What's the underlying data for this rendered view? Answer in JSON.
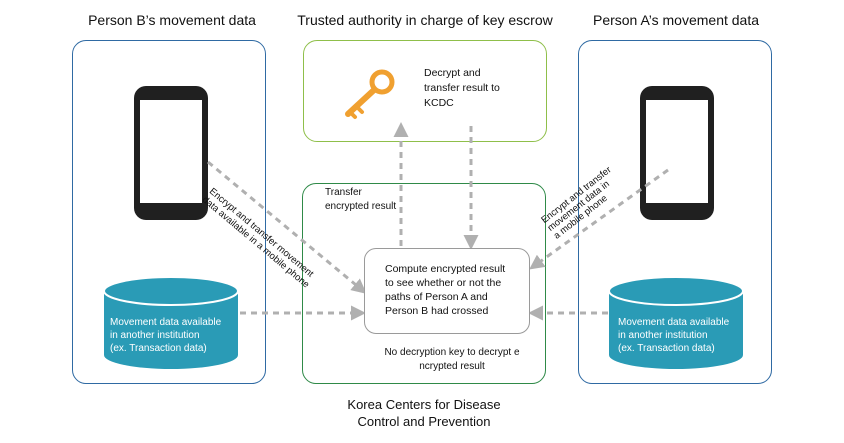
{
  "titles": {
    "person_b": "Person B’s movement data",
    "trusted_authority": "Trusted authority in charge of key escrow",
    "person_a": "Person A’s movement data"
  },
  "key_box": {
    "label_lines": [
      "Decrypt and",
      "transfer result to",
      "KCDC"
    ]
  },
  "kcdc_box": {
    "transfer_lines": [
      "Transfer",
      "encrypted result"
    ],
    "compute_lines": [
      "Compute encrypted result",
      "to see whether or not the",
      "paths of Person A and",
      "Person B had crossed"
    ],
    "no_key_lines": [
      "No decryption key to decrypt e",
      "ncrypted result"
    ],
    "caption_lines": [
      "Korea Centers for Disease",
      "Control and Prevention"
    ]
  },
  "left_panel": {
    "arrow_label_lines": [
      "Encrypt and transfer movement",
      "data available in a mobile phone"
    ],
    "db_lines": [
      "Movement data available",
      "in another institution",
      "(ex. Transaction data)"
    ]
  },
  "right_panel": {
    "arrow_label_lines": [
      "Encrypt and transfer",
      "movement data in",
      "a mobile phone"
    ],
    "db_lines": [
      "Movement data available",
      "in another institution",
      "(ex. Transaction data)"
    ]
  },
  "colors": {
    "panel_border": "#2f6aa3",
    "trusted_border": "#8fbf4a",
    "kcdc_border": "#2f8a48",
    "database_fill": "#2a9bb6",
    "key_color": "#f0a030",
    "arrow_color": "#b0b0b0"
  },
  "icons": [
    "key-icon",
    "phone-icon",
    "database-icon"
  ]
}
